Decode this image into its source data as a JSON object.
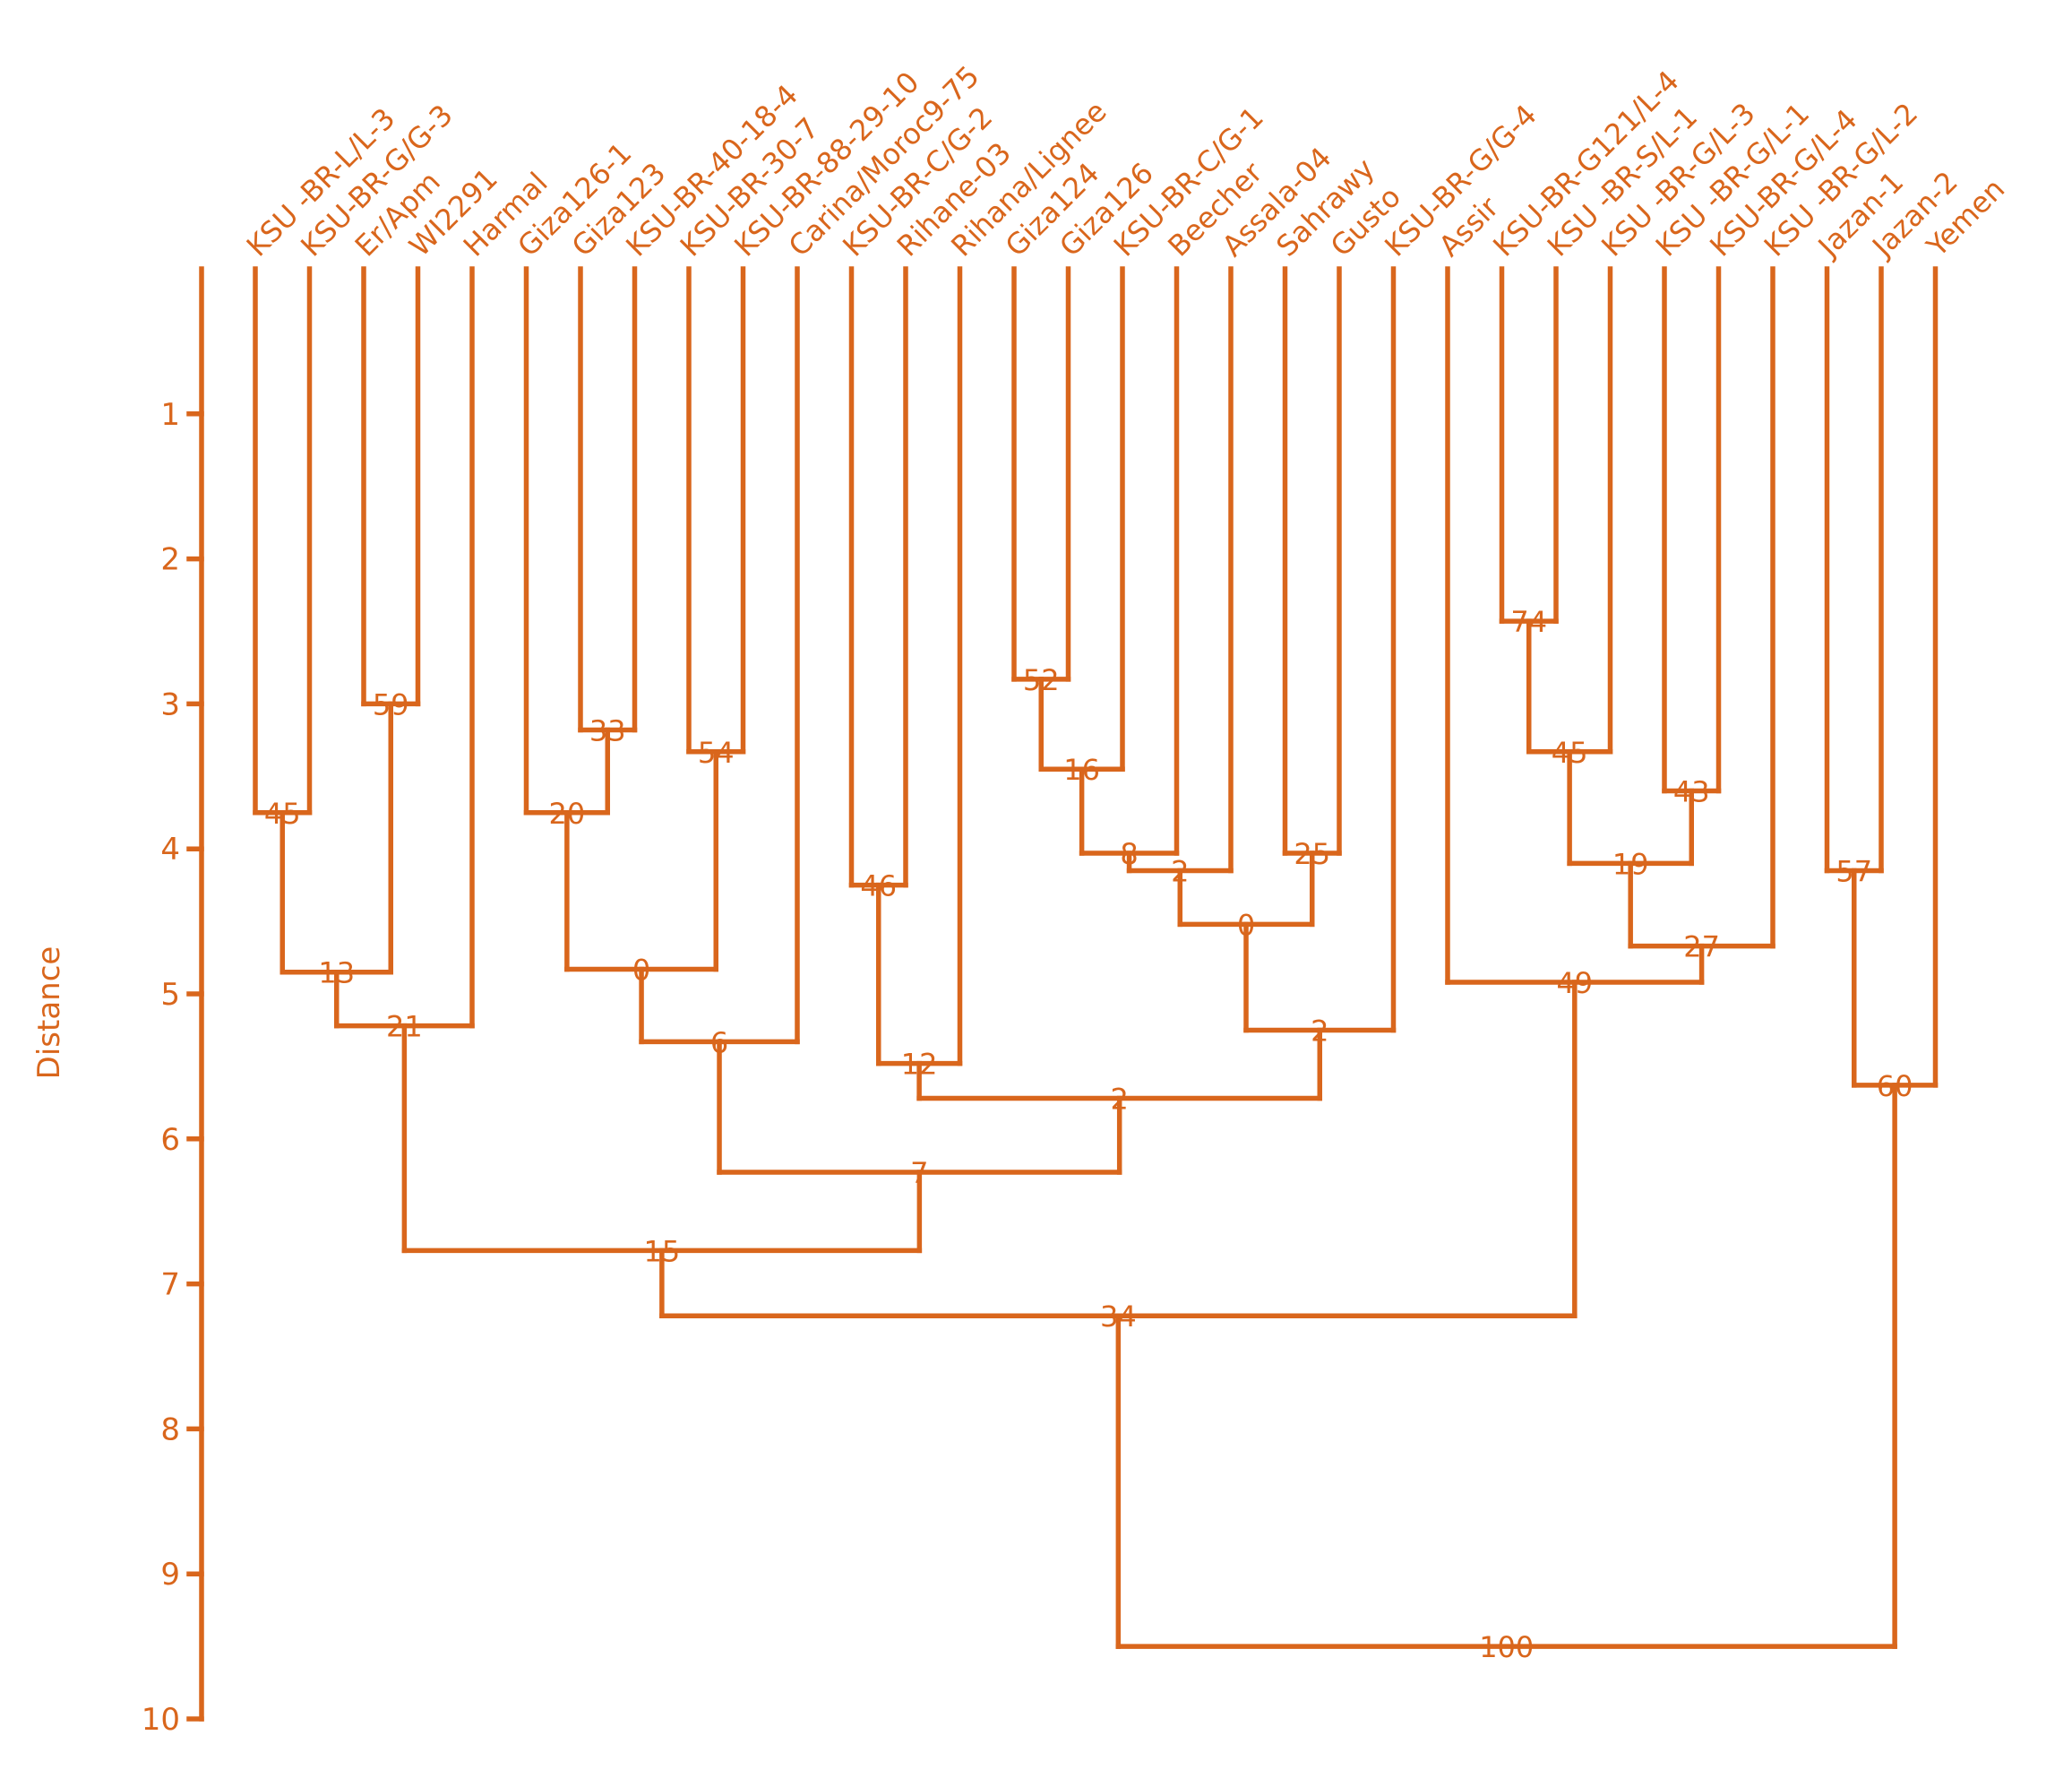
{
  "chart_data": {
    "type": "dendrogram",
    "ylabel": "Distance",
    "ylim": [
      0,
      10
    ],
    "yticks": [
      1,
      2,
      3,
      4,
      5,
      6,
      7,
      8,
      9,
      10
    ],
    "colors": {
      "ink": "#d9661c",
      "background": "#ffffff"
    },
    "leaves": [
      "KSU -BR-L/L-3",
      "KSU-BR-G/G-3",
      "Er/Apm",
      "WI2291",
      "Harmal",
      "Giza126-1",
      "Giza123",
      "KSU-BR-40-18-4",
      "KSU-BR-30-7",
      "KSU-BR-88-29-10",
      "Carina/Moroc9-75",
      "KSU-BR-C/G-2",
      "Rihane-03",
      "Rihana/Lignee",
      "Giza124",
      "Giza126",
      "KSU-BR-C/G-1",
      "Beecher",
      "Assala-04",
      "Sahrawy",
      "Gusto",
      "KSU-BR-G/G-4",
      "Assir",
      "KSU-BR-G121/L-4",
      "KSU -BR-S/L-1",
      "KSU -BR-G/L-3",
      "KSU -BR-G/L-1",
      "KSU-BR-G/L-4",
      "KSU -BR-G/L-2",
      "Jazan-1",
      "Jazan-2",
      "Yemen"
    ],
    "merges": [
      {
        "left": "L0",
        "right": "L1",
        "height": 3.75,
        "support": "45"
      },
      {
        "left": "L2",
        "right": "L3",
        "height": 3.0,
        "support": "59"
      },
      {
        "left": "M0",
        "right": "M1",
        "height": 4.85,
        "support": "13"
      },
      {
        "left": "M2",
        "right": "L4",
        "height": 5.22,
        "support": "21"
      },
      {
        "left": "L6",
        "right": "L7",
        "height": 3.18,
        "support": "33"
      },
      {
        "left": "L5",
        "right": "M4",
        "height": 3.75,
        "support": "20"
      },
      {
        "left": "L8",
        "right": "L9",
        "height": 3.33,
        "support": "54"
      },
      {
        "left": "M5",
        "right": "M6",
        "height": 4.83,
        "support": "0"
      },
      {
        "left": "M7",
        "right": "L10",
        "height": 5.33,
        "support": "6"
      },
      {
        "left": "L11",
        "right": "L12",
        "height": 4.25,
        "support": "46"
      },
      {
        "left": "M9",
        "right": "L13",
        "height": 5.48,
        "support": "12"
      },
      {
        "left": "L14",
        "right": "L15",
        "height": 2.83,
        "support": "52"
      },
      {
        "left": "M11",
        "right": "L16",
        "height": 3.45,
        "support": "16"
      },
      {
        "left": "M12",
        "right": "L17",
        "height": 4.03,
        "support": "8"
      },
      {
        "left": "M13",
        "right": "L18",
        "height": 4.15,
        "support": "2"
      },
      {
        "left": "L19",
        "right": "L20",
        "height": 4.03,
        "support": "25"
      },
      {
        "left": "M14",
        "right": "M15",
        "height": 4.52,
        "support": "0"
      },
      {
        "left": "M16",
        "right": "L21",
        "height": 5.25,
        "support": "2"
      },
      {
        "left": "M10",
        "right": "M17",
        "height": 5.72,
        "support": "2"
      },
      {
        "left": "M8",
        "right": "M18",
        "height": 6.23,
        "support": "7"
      },
      {
        "left": "M3",
        "right": "M19",
        "height": 6.77,
        "support": "15"
      },
      {
        "left": "L23",
        "right": "L24",
        "height": 2.43,
        "support": "74"
      },
      {
        "left": "M21",
        "right": "L25",
        "height": 3.33,
        "support": "45"
      },
      {
        "left": "L26",
        "right": "L27",
        "height": 3.6,
        "support": "43"
      },
      {
        "left": "M22",
        "right": "M23",
        "height": 4.1,
        "support": "19"
      },
      {
        "left": "M24",
        "right": "L28",
        "height": 4.67,
        "support": "27"
      },
      {
        "left": "L22",
        "right": "M25",
        "height": 4.92,
        "support": "49"
      },
      {
        "left": "M20",
        "right": "M26",
        "height": 7.22,
        "support": "34"
      },
      {
        "left": "L29",
        "right": "L30",
        "height": 4.15,
        "support": "57"
      },
      {
        "left": "M28",
        "right": "L31",
        "height": 5.63,
        "support": "60"
      },
      {
        "left": "M27",
        "right": "M29",
        "height": 9.5,
        "support": "100"
      }
    ]
  }
}
